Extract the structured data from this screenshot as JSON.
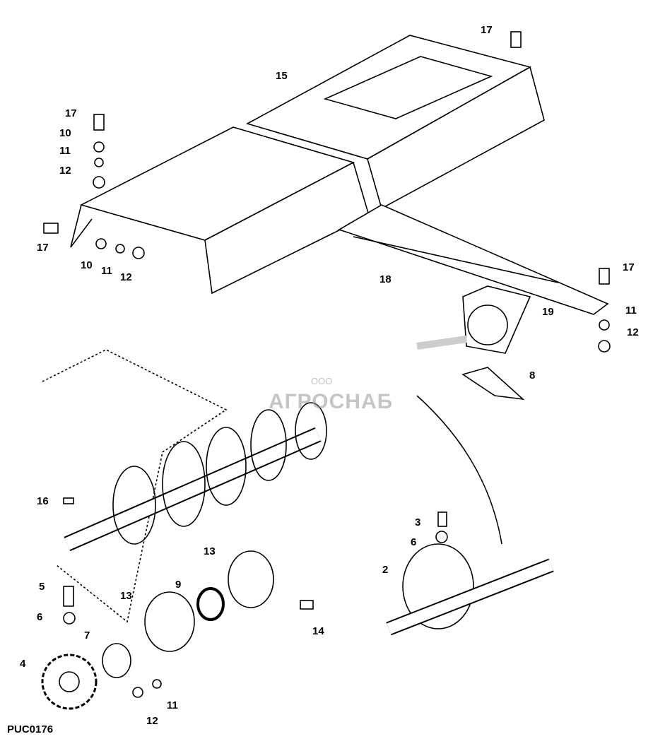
{
  "diagram_code": "PUC0176",
  "watermark": {
    "prefix": "ООО",
    "name": "АГРОСНАБ"
  },
  "callouts": [
    {
      "id": "c17a",
      "text": "17"
    },
    {
      "id": "c15",
      "text": "15"
    },
    {
      "id": "c17b",
      "text": "17"
    },
    {
      "id": "c10a",
      "text": "10"
    },
    {
      "id": "c11a",
      "text": "11"
    },
    {
      "id": "c12a",
      "text": "12"
    },
    {
      "id": "c17c",
      "text": "17"
    },
    {
      "id": "c10b",
      "text": "10"
    },
    {
      "id": "c11b",
      "text": "11"
    },
    {
      "id": "c12b",
      "text": "12"
    },
    {
      "id": "c18",
      "text": "18"
    },
    {
      "id": "c17d",
      "text": "17"
    },
    {
      "id": "c11c",
      "text": "11"
    },
    {
      "id": "c12c",
      "text": "12"
    },
    {
      "id": "c19",
      "text": "19"
    },
    {
      "id": "c8",
      "text": "8"
    },
    {
      "id": "c16",
      "text": "16"
    },
    {
      "id": "c3",
      "text": "3"
    },
    {
      "id": "c6a",
      "text": "6"
    },
    {
      "id": "c2",
      "text": "2"
    },
    {
      "id": "c13a",
      "text": "13"
    },
    {
      "id": "c9",
      "text": "9"
    },
    {
      "id": "c13b",
      "text": "13"
    },
    {
      "id": "c5",
      "text": "5"
    },
    {
      "id": "c6b",
      "text": "6"
    },
    {
      "id": "c7",
      "text": "7"
    },
    {
      "id": "c4",
      "text": "4"
    },
    {
      "id": "c14",
      "text": "14"
    },
    {
      "id": "c11d",
      "text": "11"
    },
    {
      "id": "c12d",
      "text": "12"
    }
  ]
}
